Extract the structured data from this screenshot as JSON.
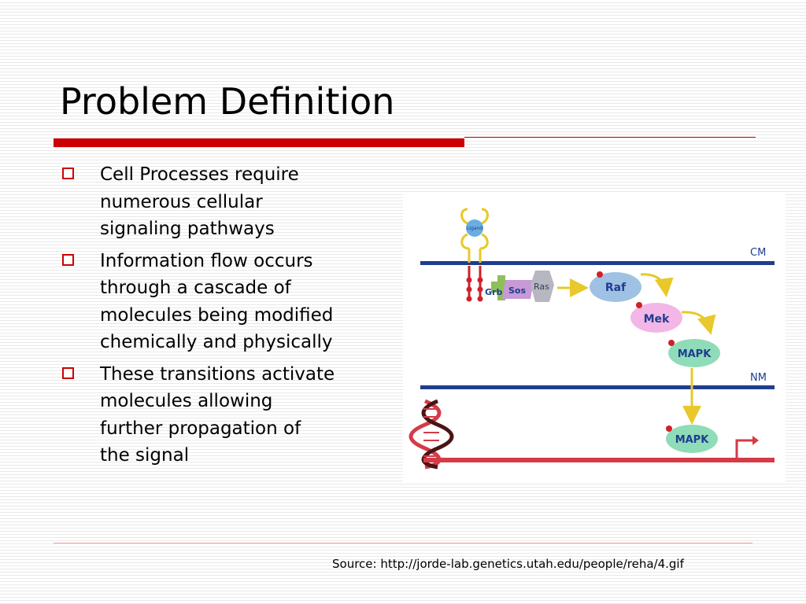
{
  "slide": {
    "title": "Problem Definition",
    "bullets": [
      {
        "lines": [
          "Cell Processes require",
          "numerous cellular",
          "signaling pathways"
        ]
      },
      {
        "lines": [
          "Information flow occurs",
          "through a cascade of",
          "molecules being modified",
          "chemically and physically"
        ]
      },
      {
        "lines": [
          "These transitions activate",
          "molecules allowing",
          "further propagation of",
          "the signal"
        ]
      }
    ],
    "source": "Source: http://jorde-lab.genetics.utah.edu/people/reha/4.gif"
  },
  "diagram": {
    "ligand": "Ligand",
    "membrane_labels": {
      "cm": "CM",
      "nm": "NM"
    },
    "molecules": {
      "grb": "Grb",
      "sos": "Sos",
      "ras": "Ras",
      "raf": "Raf",
      "mek": "Mek",
      "mapk_cytoplasm": "MAPK",
      "mapk_nucleus": "MAPK"
    },
    "colors": {
      "membrane": "#1f3d8f",
      "dna": "#d43b46",
      "arrow": "#e8c82a",
      "raf": "#9fc1e4",
      "mek": "#f2b7e6",
      "mapk": "#8fdcb8",
      "phosphate": "#d0202a"
    }
  }
}
